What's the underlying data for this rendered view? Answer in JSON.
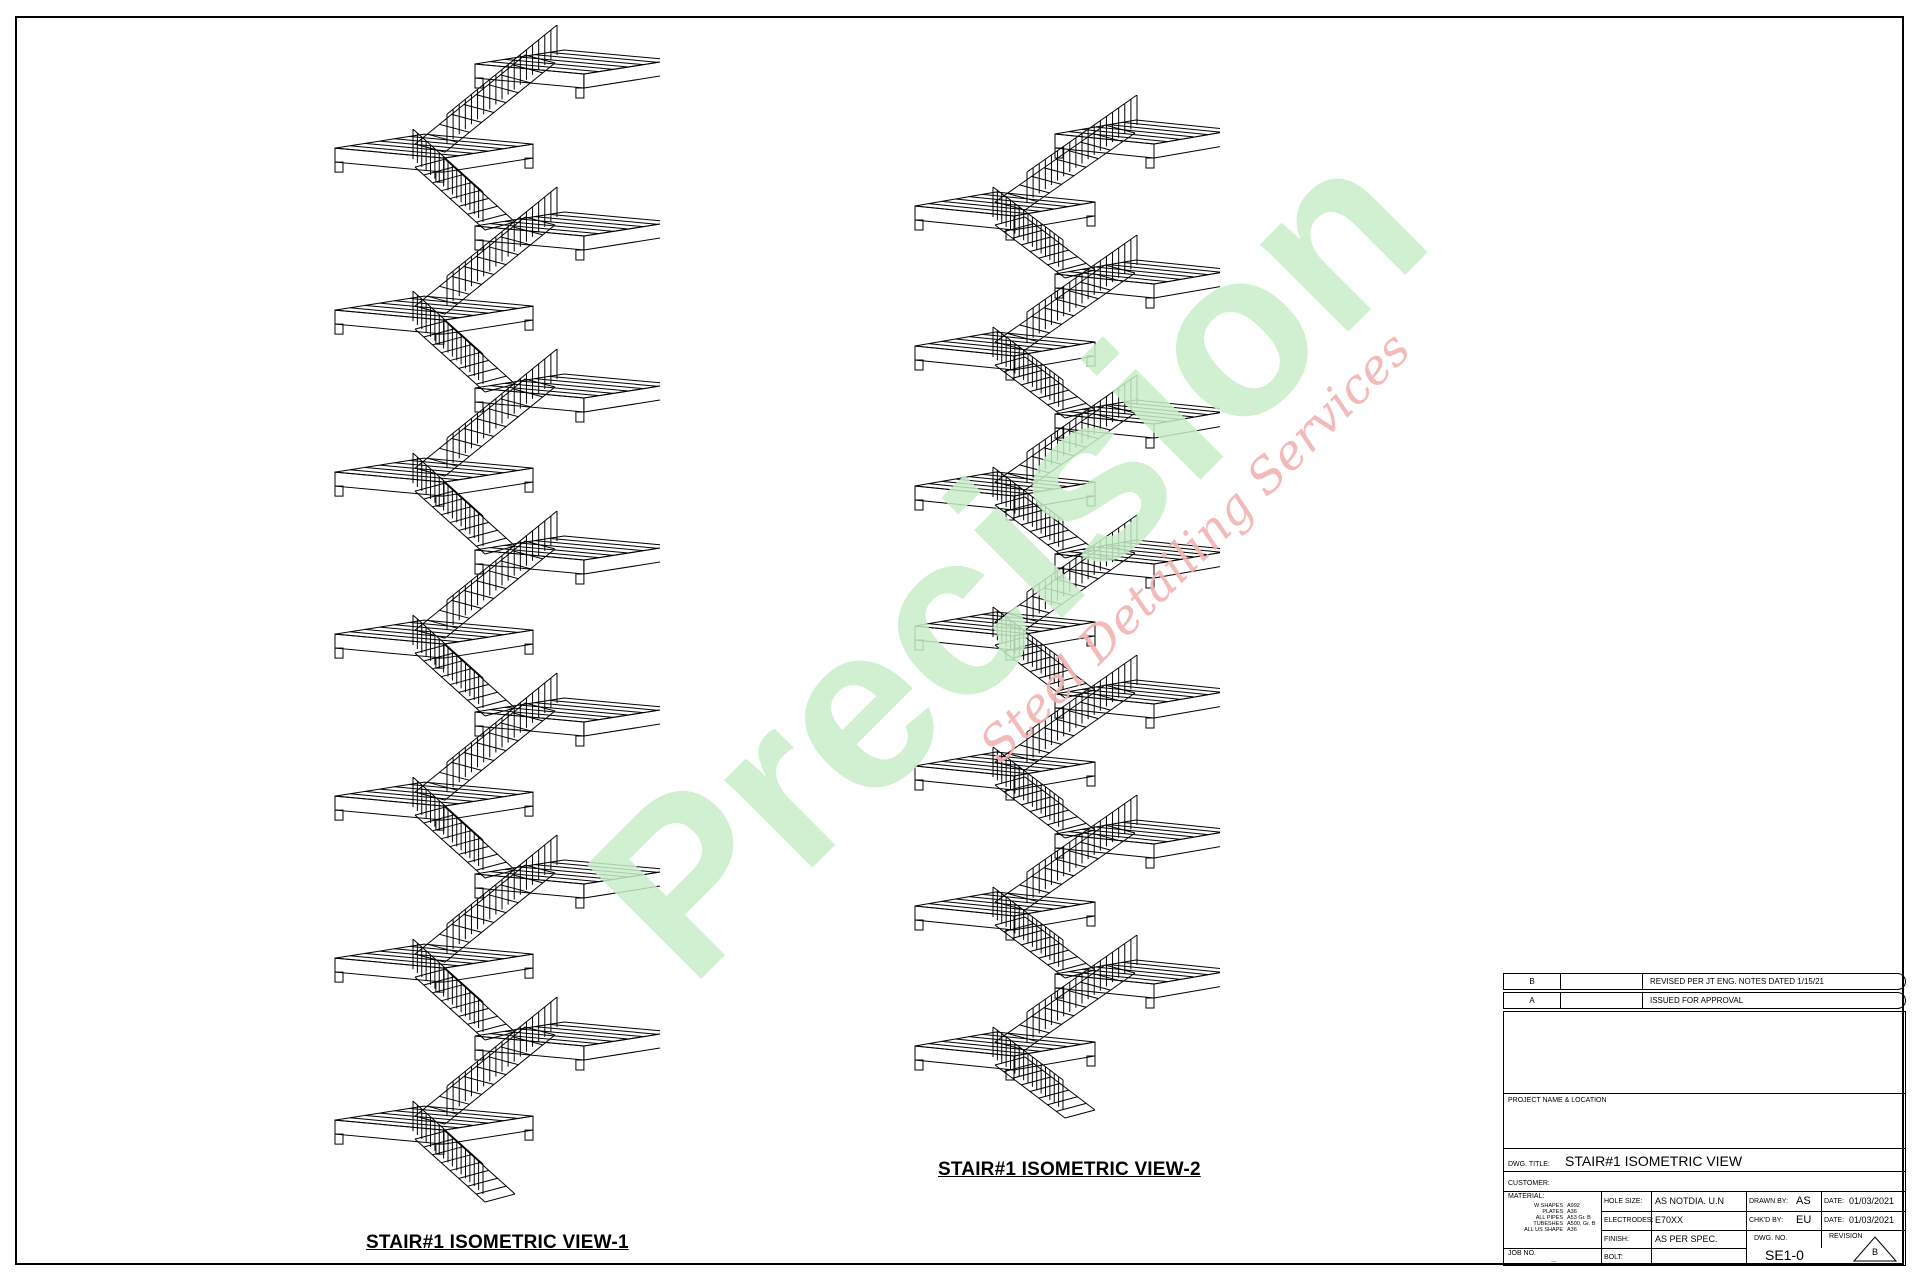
{
  "views": [
    {
      "label": "STAIR#1 ISOMETRIC VIEW-1"
    },
    {
      "label": "STAIR#1 ISOMETRIC VIEW-2"
    }
  ],
  "watermark": {
    "brand": "Precision",
    "tagline": "Steel Detailing Services",
    "colors": {
      "brand": "#c9ecc9",
      "tagline": "#f3b3b3"
    }
  },
  "title_block": {
    "revisions": [
      {
        "rev": "B",
        "description": "REVISED PER JT ENG. NOTES DATED 1/15/21"
      },
      {
        "rev": "A",
        "description": "ISSUED FOR APPROVAL"
      }
    ],
    "project_label": "PROJECT NAME & LOCATION",
    "dwg_title_label": "DWG. TITLE:",
    "dwg_title": "STAIR#1 ISOMETRIC VIEW",
    "customer_label": "CUSTOMER:",
    "material_label": "MATERIAL:",
    "materials": [
      {
        "item": "W SHAPES",
        "spec": "A992"
      },
      {
        "item": "PLATES",
        "spec": "A36"
      },
      {
        "item": "ALL PIPES",
        "spec": "A53 Gr. B"
      },
      {
        "item": "TUBESHES",
        "spec": "A500, Gr. B"
      },
      {
        "item": "ALL US SHAPE",
        "spec": "A36"
      }
    ],
    "job_no_label": "JOB NO.",
    "job_no": "...",
    "hole_size_label": "HOLE SIZE:",
    "hole_size": "AS NOTDIA. U.N",
    "electrodes_label": "ELECTRODES:",
    "electrodes": "E70XX",
    "finish_label": "FINISH:",
    "finish": "AS PER SPEC.",
    "bolt_label": "BOLT:",
    "drawn_by_label": "DRAWN BY:",
    "drawn_by": "AS",
    "chkd_by_label": "CHK'D BY:",
    "chkd_by": "EU",
    "date_label": "DATE:",
    "drawn_date": "01/03/2021",
    "chkd_date": "01/03/2021",
    "dwg_no_label": "DWG. NO.",
    "dwg_no": "SE1-0",
    "revision_label": "REVISION",
    "revision": "B"
  }
}
